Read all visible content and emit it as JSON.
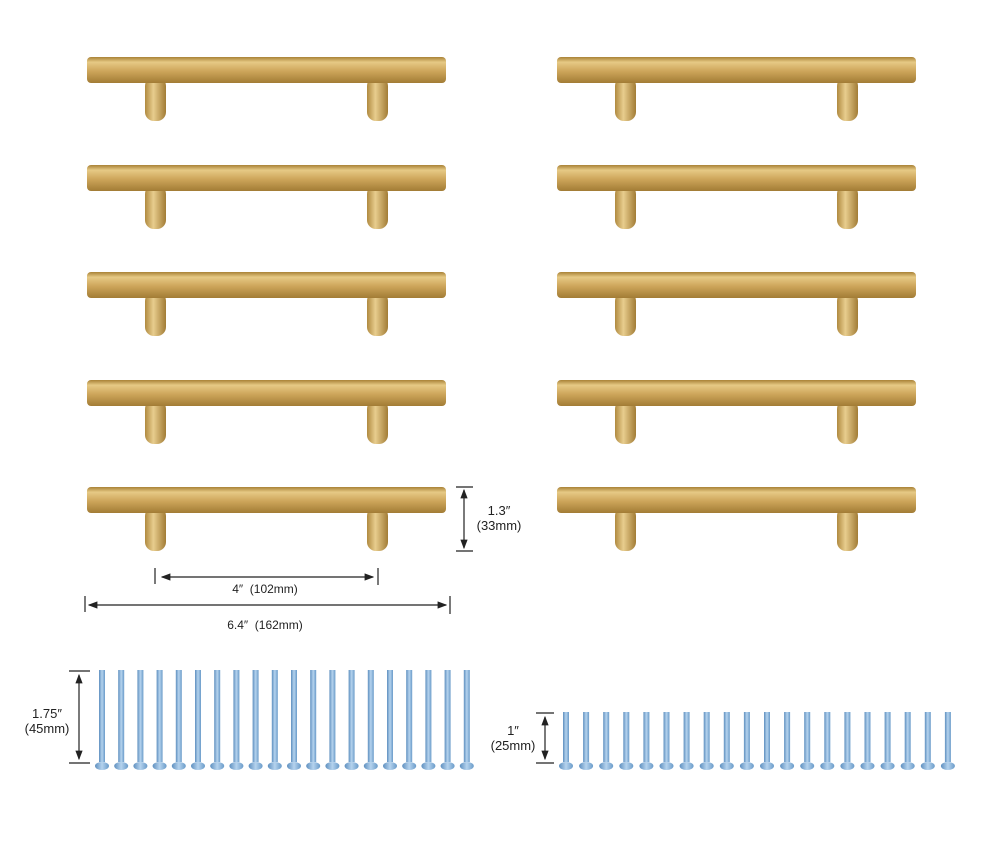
{
  "colors": {
    "brass_light": "#e2c27a",
    "brass": "#c9a155",
    "brass_dark": "#a27c35",
    "screw": "#8fb8dc",
    "screw_dark": "#5e8fbf",
    "dimension_line": "#222222"
  },
  "handles": {
    "columns": 2,
    "rows": 5
  },
  "screws_long": {
    "count": 20,
    "length_label": "1.75″",
    "length_metric": "(45mm)"
  },
  "screws_short": {
    "count": 20,
    "length_label": "1″",
    "length_metric": "(25mm)"
  },
  "dimensions": {
    "height_label": "1.3″",
    "height_metric": "(33mm)",
    "hole_spacing_label": "4″  (102mm)",
    "overall_length_label": "6.4″  (162mm)"
  }
}
